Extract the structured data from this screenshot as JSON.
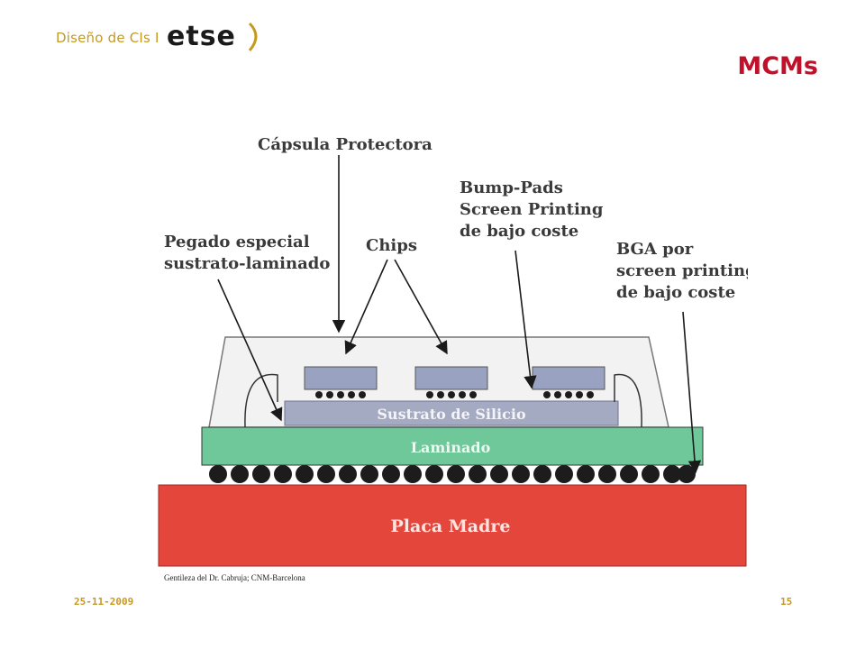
{
  "header": {
    "course": "Diseño de CIs I",
    "logo_text": "etse"
  },
  "slide": {
    "title": "MCMs"
  },
  "diagram": {
    "labels": {
      "capsula": "Cápsula Protectora",
      "bump_1": "Bump-Pads",
      "bump_2": "Screen Printing",
      "bump_3": "de bajo coste",
      "pegado_1": "Pegado especial",
      "pegado_2": "sustrato-laminado",
      "chips": "Chips",
      "bga_1": "BGA por",
      "bga_2": "screen printing",
      "bga_3": "de bajo coste"
    },
    "layers": {
      "sustrato": "Sustrato de Silicio",
      "laminado": "Laminado",
      "placa": "Placa Madre"
    },
    "colors": {
      "capsule": "#f2f2f2",
      "chip": "#9aa2c2",
      "substrate": "#a4aac2",
      "laminate": "#6fc89a",
      "board": "#e5463c"
    },
    "credit": "Gentileza del Dr. Cabruja; CNM-Barcelona"
  },
  "footer": {
    "date": "25-11-2009",
    "page": "15"
  }
}
